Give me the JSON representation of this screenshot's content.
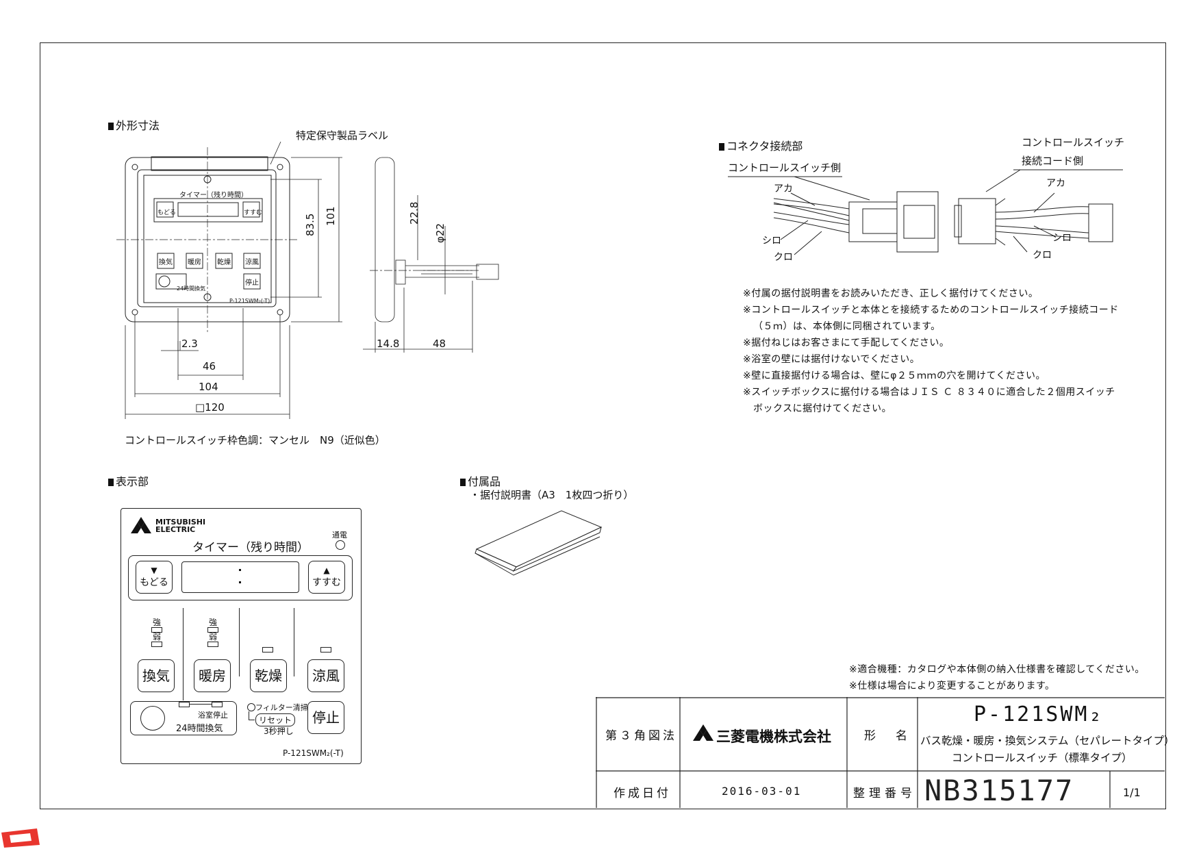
{
  "sections": {
    "dimensions": "外形寸法",
    "connector": "コネクタ接続部",
    "display": "表示部",
    "accessories": "付属品"
  },
  "dims": {
    "label_sticker": "特定保守製品ラベル",
    "d83_5": "83.5",
    "d101": "101",
    "d22_8": "22.8",
    "phi22": "φ22",
    "d2_3": "2.3",
    "d46": "46",
    "d104": "104",
    "d120": "□120",
    "d14_8": "14.8",
    "d48": "48",
    "frame_color": "コントロールスイッチ枠色調：マンセル　N9（近似色）"
  },
  "small_panel": {
    "timer": "タイマー（残り時間）",
    "back": "もどる",
    "next": "すすむ",
    "ventilate": "換気",
    "heat": "暖房",
    "dry": "乾燥",
    "cool": "涼風",
    "stop": "停止",
    "h24": "24時間換気",
    "model": "P-121SWM₂(-T)"
  },
  "connector": {
    "cs_side": "コントロールスイッチ側",
    "cord_side_1": "コントロールスイッチ",
    "cord_side_2": "接続コード側",
    "red": "アカ",
    "white": "シロ",
    "black": "クロ"
  },
  "notes": [
    "※付属の据付説明書をお読みいただき、正しく据付けてください。",
    "※コントロールスイッチと本体とを接続するためのコントロールスイッチ接続コード",
    "（５ｍ）は、本体側に同梱されています。",
    "※据付ねじはお客さまにて手配してください。",
    "※浴室の壁には据付けないでください。",
    "※壁に直接据付ける場合は、壁にφ２５ｍｍの穴を開けてください。",
    "※スイッチボックスに据付ける場合はＪＩＳ Ｃ ８３４０に適合した２個用スイッチ",
    "ボックスに据付けてください。"
  ],
  "display_panel": {
    "brand_1": "MITSUBISHI",
    "brand_2": "ELECTRIC",
    "timer": "タイマー（残り時間）",
    "power": "通電",
    "back": "もどる",
    "next": "すすむ",
    "strong": "強",
    "weak": "弱",
    "ventilate": "換気",
    "heat": "暖房",
    "dry": "乾燥",
    "cool": "涼風",
    "bath_stop": "浴室停止",
    "h24": "24時間換気",
    "filter": "フィルター清掃",
    "reset": "リセット",
    "hold3": "3秒押し",
    "stop": "停止",
    "model": "P-121SWM₂(-T)"
  },
  "accessory_item": "・据付説明書（A3　1枚四つ折り）",
  "bottom_notes": [
    "※適合機種：カタログや本体側の納入仕様書を確認してください。",
    "※仕様は場合により変更することがあります。"
  ],
  "title_block": {
    "projection": "第３角図法",
    "company": "三菱電機株式会社",
    "name_label": "形　名",
    "model": "P-121SWM₂",
    "desc_1": "バス乾燥・暖房・換気システム（セパレートタイプ）",
    "desc_2": "コントロールスイッチ（標準タイプ）",
    "date_label": "作成日付",
    "date": "2016-03-01",
    "number_label": "整理番号",
    "number": "NB315177",
    "sheet": "1/1"
  }
}
